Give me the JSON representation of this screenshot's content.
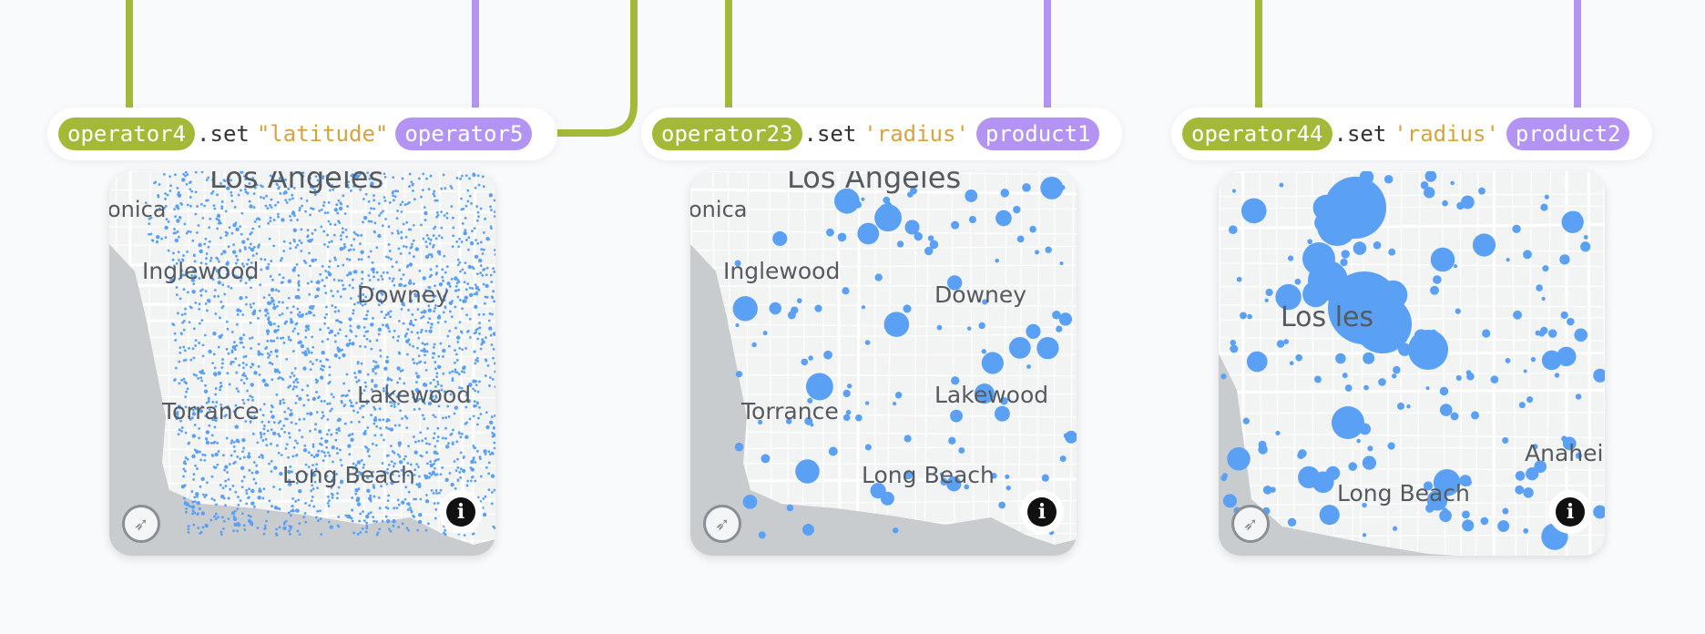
{
  "colors": {
    "green": "#a3b937",
    "purple": "#b394f3",
    "string": "#d9a33b",
    "dot": "#5aa0f5",
    "land": "#f2f3f3",
    "water": "#c9cccf",
    "road": "#ffffff"
  },
  "panels": [
    {
      "expression": {
        "left_ref": "operator4",
        "method": ".set",
        "arg": "\"latitude\"",
        "right_ref": "operator5"
      },
      "map": {
        "labels": [
          "Los Angeles",
          "onica",
          "Inglewood",
          "Downey",
          "Torrance",
          "Lakewood",
          "Long Beach"
        ],
        "dot_style": "dense-small",
        "compass_icon": "compass-icon",
        "info_icon": "info-icon"
      }
    },
    {
      "expression": {
        "left_ref": "operator23",
        "method": ".set",
        "arg": "'radius'",
        "right_ref": "product1"
      },
      "map": {
        "labels": [
          "Los Angeles",
          "onica",
          "Inglewood",
          "Downey",
          "Torrance",
          "Lakewood",
          "Long Beach"
        ],
        "dot_style": "sized-medium",
        "compass_icon": "compass-icon",
        "info_icon": "info-icon"
      }
    },
    {
      "expression": {
        "left_ref": "operator44",
        "method": ".set",
        "arg": "'radius'",
        "right_ref": "product2"
      },
      "map": {
        "labels": [
          "Los Angeles",
          "Anaheim",
          "Long Beach"
        ],
        "label_display": [
          "Los      les",
          "Anahei",
          "Long Beach"
        ],
        "dot_style": "sized-large",
        "compass_icon": "compass-icon",
        "info_icon": "info-icon"
      }
    }
  ]
}
